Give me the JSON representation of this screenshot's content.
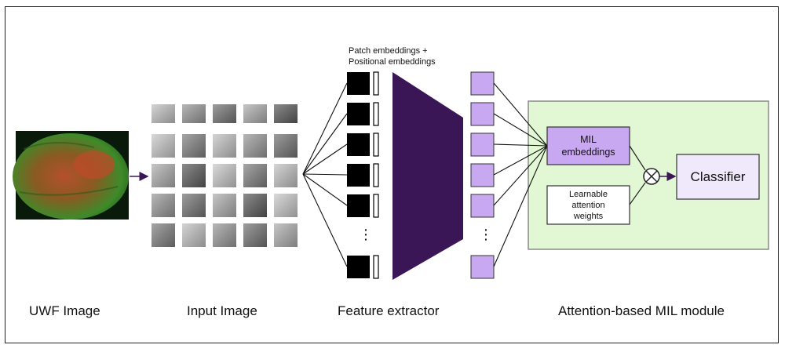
{
  "labels": {
    "uwf_image": "UWF Image",
    "input_image": "Input Image",
    "feature_extractor": "Feature extractor",
    "mil_module": "Attention-based MIL module"
  },
  "embeddings_note": {
    "line1": "Patch embeddings +",
    "line2": "Positional embeddings"
  },
  "ellipsis": "⋮",
  "mil": {
    "embeddings_line1": "MIL",
    "embeddings_line2": "embeddings",
    "attention_line1": "Learnable",
    "attention_line2": "attention",
    "attention_line3": "weights",
    "classifier": "Classifier",
    "multiply_symbol": "⊗"
  },
  "colors": {
    "extractor": "#3b1656",
    "token": "#c8a8f0",
    "mil_bg": "#e2f7d4",
    "mil_border": "#8a8a8a",
    "classifier_fill": "#f0e8fb"
  }
}
